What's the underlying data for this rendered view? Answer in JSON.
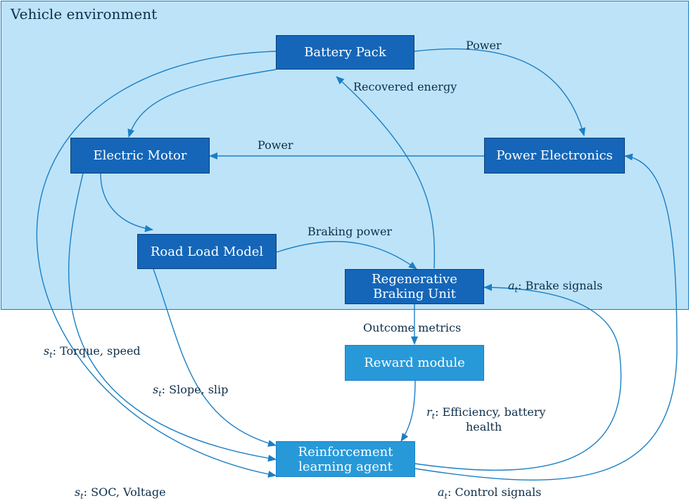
{
  "environment_title": "Vehicle environment",
  "nodes": {
    "battery": "Battery Pack",
    "motor": "Electric Motor",
    "power_electronics": "Power Electronics",
    "road_load": "Road Load Model",
    "regen_line1": "Regenerative",
    "regen_line2": "Braking Unit",
    "reward": "Reward module",
    "agent_line1": "Reinforcement",
    "agent_line2": "learning agent"
  },
  "edges": {
    "power_top": "Power",
    "recovered": "Recovered energy",
    "power_mid": "Power",
    "braking_power": "Braking power",
    "outcome": "Outcome metrics",
    "brake_var": "a",
    "brake_sub": "t",
    "brake_text": ": Brake signals",
    "torque_var": "s",
    "torque_sub": "t",
    "torque_text": ": Torque, speed",
    "slope_var": "s",
    "slope_sub": "t",
    "slope_text": ": Slope, slip",
    "eff_var": "r",
    "eff_sub": "t",
    "eff_text_line1": ": Efficiency, battery",
    "eff_text_line2": "health",
    "soc_var": "s",
    "soc_sub": "t",
    "soc_text": ": SOC, Voltage",
    "control_var": "a",
    "control_sub": "t",
    "control_text": ": Control signals"
  },
  "colors": {
    "environment_fill": "#bde3f8",
    "dark_box": "#1566b8",
    "light_box": "#2799d9",
    "arrow": "#1b7fc4",
    "text": "#0d2e4a"
  }
}
